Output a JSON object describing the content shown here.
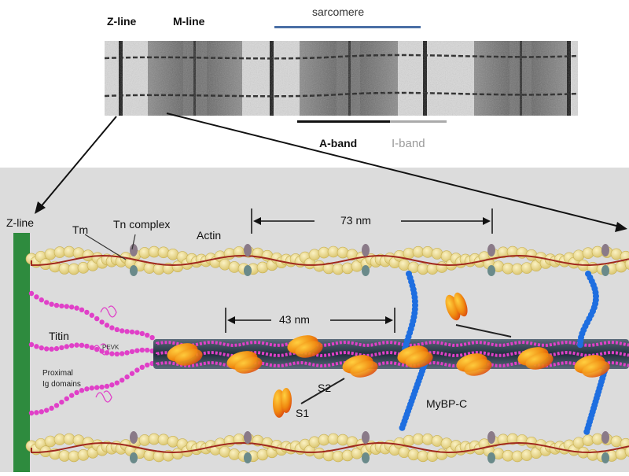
{
  "micrograph": {
    "z_line_label": "Z-line",
    "m_line_label": "M-line",
    "sarcomere_label": "sarcomere",
    "a_band_label": "A-band",
    "i_band_label": "I-band"
  },
  "diagram": {
    "z_line_label": "Z-line",
    "tm_label": "Tm",
    "tn_complex_label": "Tn complex",
    "actin_label": "Actin",
    "spacing_73_label": "73 nm",
    "spacing_43_label": "43 nm",
    "titin_label": "Titin",
    "pevk_label": "PEVK",
    "proximal_ig_line1": "Proximal",
    "proximal_ig_line2": "Ig domains",
    "s2_label": "S2",
    "s1_label": "S1",
    "mybpc_label": "MyBP-C"
  },
  "colors": {
    "sarcomere_bar": "#4a6fa5",
    "a_band_bar": "#111111",
    "i_band_bar": "#aaaaaa",
    "i_band_text": "#9a9a9a",
    "diagram_bg": "#dcdcdc",
    "z_disc": "#2e8b3e",
    "actin_bead": "#e8d890",
    "tropomyosin": "#a0281e",
    "titin": "#e040c8",
    "myosin_head": "#f07010",
    "thick_filament": "#3a4a5a",
    "mybpc": "#1e6ee0"
  }
}
